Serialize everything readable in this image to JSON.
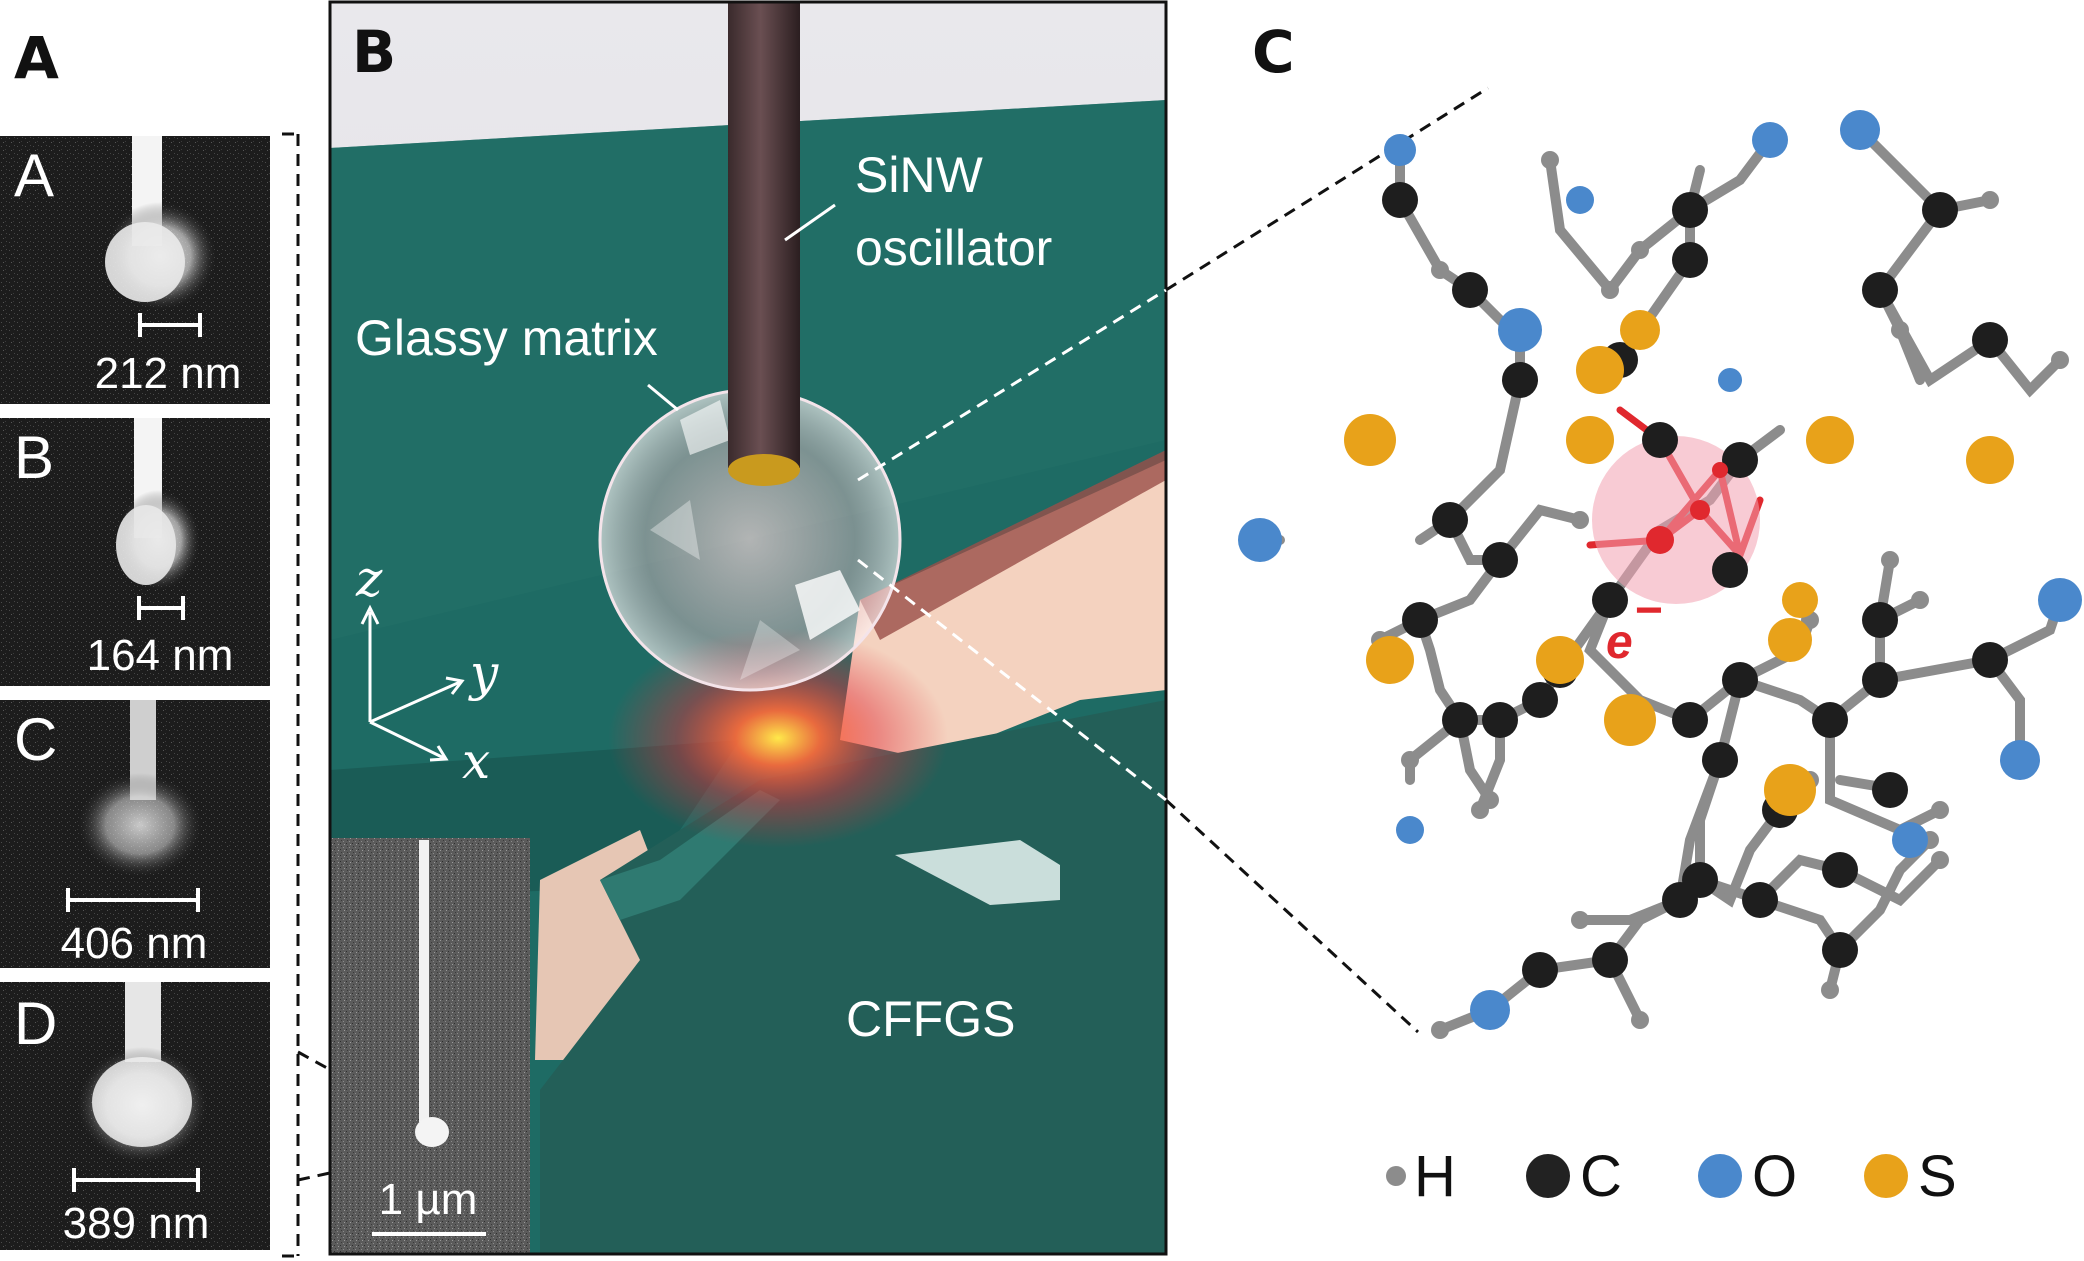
{
  "panels": {
    "A": {
      "label": "A",
      "images": [
        {
          "label": "A",
          "scale": "212 nm"
        },
        {
          "label": "B",
          "scale": "164 nm"
        },
        {
          "label": "C",
          "scale": "406 nm"
        },
        {
          "label": "D",
          "scale": "389 nm"
        }
      ]
    },
    "B": {
      "label": "B",
      "annotations": {
        "sinw_line1": "SiNW",
        "sinw_line2": "oscillator",
        "glassy": "Glassy matrix",
        "substrate": "CFFGS"
      },
      "axes": {
        "z": "z",
        "y": "y",
        "x": "x"
      },
      "inset_scale": "1 µm"
    },
    "C": {
      "label": "C",
      "electron_label": "e",
      "electron_superscript": "−",
      "legend": [
        {
          "symbol": "H",
          "color": "#8a8a8a"
        },
        {
          "symbol": "C",
          "color": "#222222"
        },
        {
          "symbol": "O",
          "color": "#4a88cc"
        },
        {
          "symbol": "S",
          "color": "#e8a21a"
        }
      ]
    }
  }
}
